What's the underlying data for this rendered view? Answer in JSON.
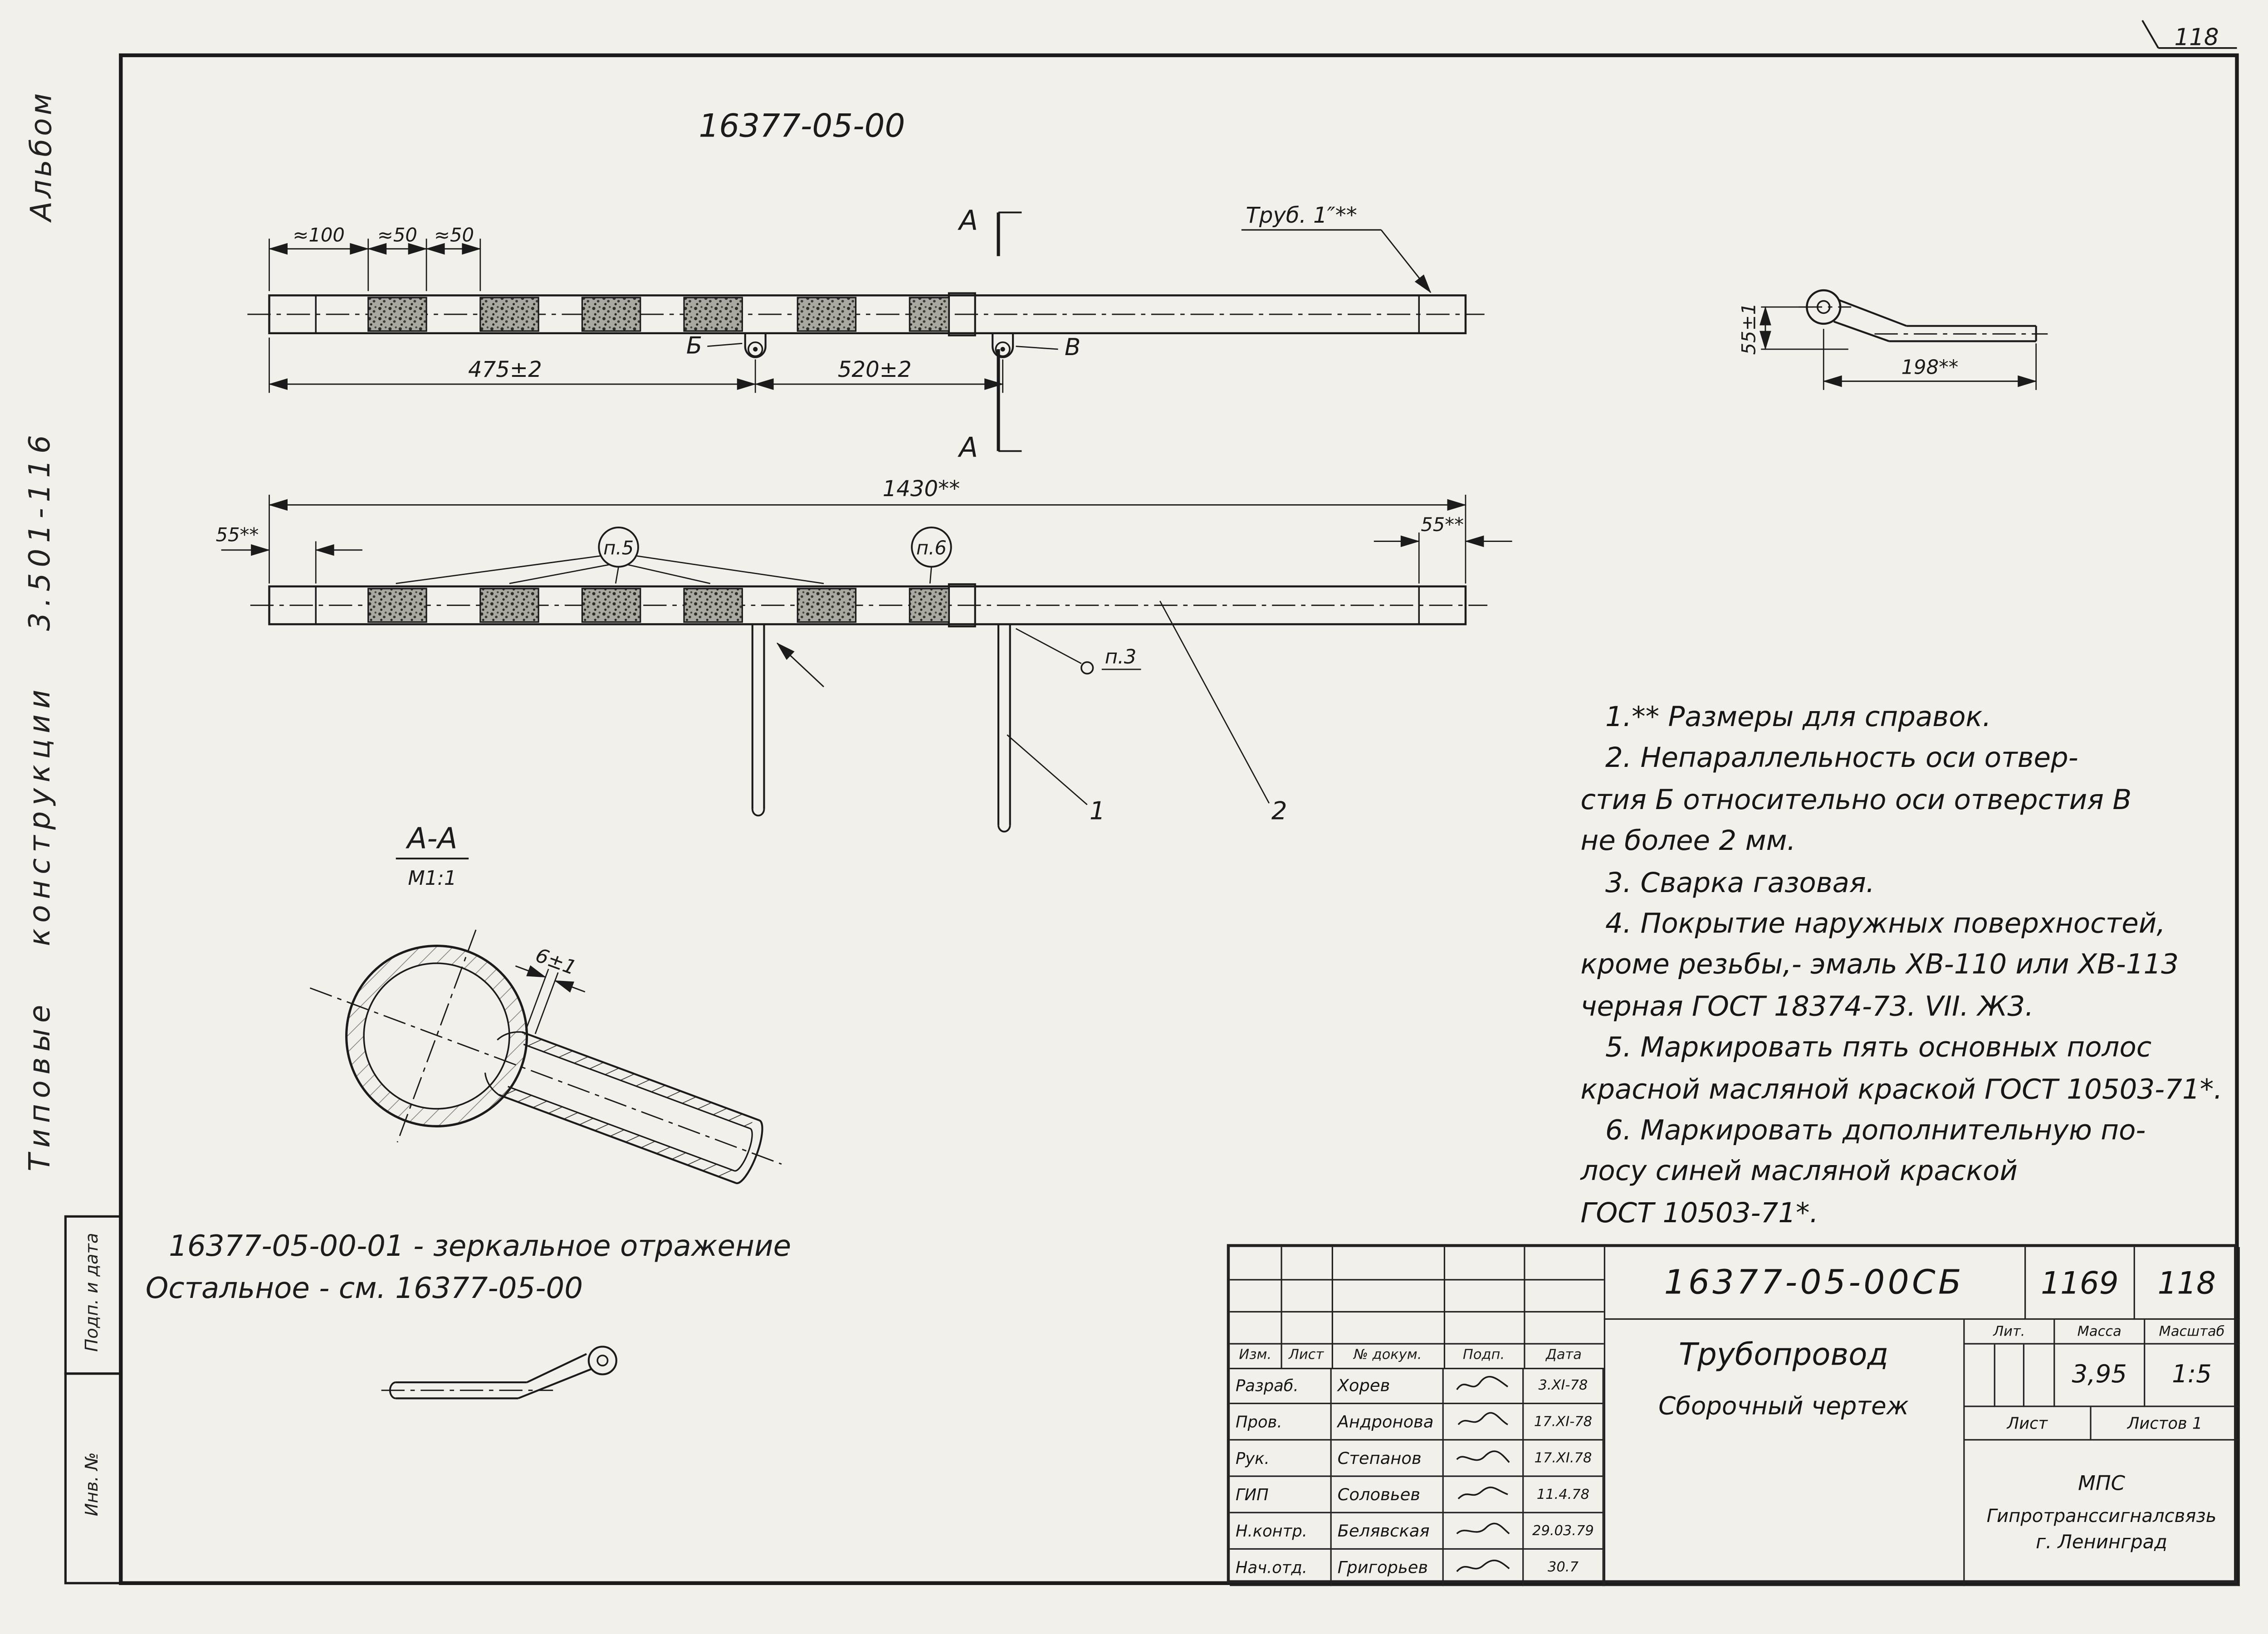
{
  "page": {
    "corner_number": "118"
  },
  "sidebar": {
    "album": "Альбом",
    "series": "Типовые конструкции 3.501-116",
    "podp_i_data": "Подп. и дата",
    "inv_no": "Инв. №"
  },
  "drawing": {
    "title": "16377-05-00",
    "top_view": {
      "dim_100": "≈100",
      "dim_50a": "≈50",
      "dim_50b": "≈50",
      "dim_475": "475±2",
      "dim_520": "520±2",
      "hole_b": "Б",
      "hole_v": "В",
      "section_letter_top": "А",
      "section_letter_bottom": "А",
      "pipe_label": "Труб. 1″**"
    },
    "corner_detail": {
      "dim_55": "55±1",
      "dim_198": "198**"
    },
    "front_view": {
      "dim_1430": "1430**",
      "dim_55_left": "55**",
      "dim_55_right": "55**",
      "callout_p5": "п.5",
      "callout_p6": "п.6",
      "callout_p3": "п.3",
      "item_1": "1",
      "item_2": "2"
    },
    "section_view": {
      "label": "А-А",
      "scale": "М1:1",
      "dim_6": "6±1"
    }
  },
  "notes": {
    "lines": [
      "1.** Размеры для справок.",
      "2. Непараллельность оси отвер-",
      "стия Б относительно оси отверстия В",
      "не более 2 мм.",
      "3. Сварка газовая.",
      "4. Покрытие наружных поверхностей,",
      "кроме резьбы,- эмаль ХВ-110 или ХВ-113",
      "черная ГОСТ 18374-73. VII. Ж3.",
      "5. Маркировать пять основных полос",
      "красной масляной краской ГОСТ 10503-71*.",
      "6. Маркировать дополнительную по-",
      "лосу синей масляной краской",
      "ГОСТ 10503-71*."
    ]
  },
  "mirror_note": {
    "line1": "16377-05-00-01 - зеркальное отражение",
    "line2": "Остальное - см. 16377-05-00"
  },
  "titleblock": {
    "doc_number": "16377-05-00СБ",
    "code_1": "1169",
    "code_2": "118",
    "title": "Трубопровод",
    "subtitle": "Сборочный чертеж",
    "lit_label": "Лит.",
    "mass_label": "Масса",
    "scale_label": "Масштаб",
    "mass_value": "3,95",
    "scale_value": "1:5",
    "sheet_label": "Лист",
    "sheets_label": "Листов 1",
    "org_line1": "МПС",
    "org_line2": "Гипротранссигналсвязь",
    "org_line3": "г. Ленинград",
    "header": {
      "izm": "Изм.",
      "list": "Лист",
      "doc": "№ докум.",
      "podp": "Подп.",
      "data": "Дата"
    },
    "rows": [
      {
        "role": "Разраб.",
        "name": "Хорев",
        "date": "3.XI-78"
      },
      {
        "role": "Пров.",
        "name": "Андронова",
        "date": "17.XI-78"
      },
      {
        "role": "Рук.",
        "name": "Степанов",
        "date": "17.XI.78"
      },
      {
        "role": "ГИП",
        "name": "Соловьев",
        "date": "11.4.78"
      },
      {
        "role": "Н.контр.",
        "name": "Белявская",
        "date": "29.03.79"
      },
      {
        "role": "Нач.отд.",
        "name": "Григорьев",
        "date": "30.7"
      }
    ]
  }
}
